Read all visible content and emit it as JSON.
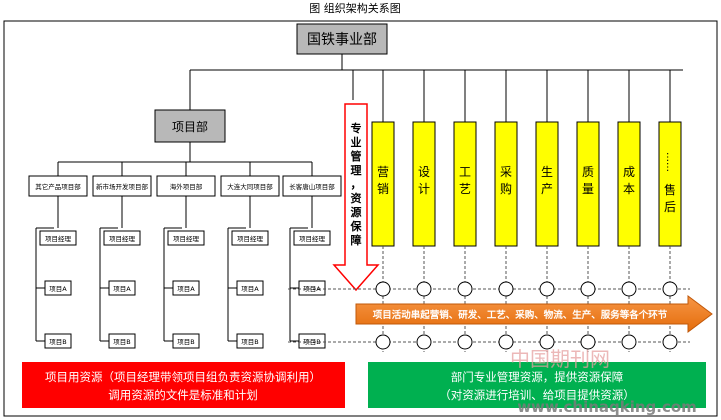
{
  "caption": "图 组织架构关系图",
  "top_node": "国铁事业部",
  "project_dept": "项目部",
  "projects": [
    "其它产品项目部",
    "新市场开发项目部",
    "海外项目部",
    "大连大同项目部",
    "长客唐山项目部"
  ],
  "manager_label": "项目经理",
  "project_a_label": "项目A",
  "project_b_label": "项目B",
  "down_arrow_text": "专业管理，资源保障",
  "functions": [
    "营销",
    "设计",
    "工艺",
    "采购",
    "生产",
    "质量",
    "成本",
    "……售后"
  ],
  "activity_arrow_text": "项目活动串起营销、研发、工艺、采购、物流、生产、服务等各个环节",
  "red_box": {
    "line1": "项目用资源（项目经理带领项目组负责资源协调利用）",
    "line2": "调用资源的文件是标准和计划"
  },
  "green_box": {
    "line1": "部门专业管理资源，提供资源保障",
    "line2": "（对资源进行培训、给项目提供资源）"
  },
  "watermark_cn": "中国期刊网",
  "watermark_url": "www.chinaqking.com",
  "colors": {
    "gray_box": "#b8b8b8",
    "yellow": "#ffff00",
    "red_box": "#ff0000",
    "green_box": "#00b050",
    "orange_arrow": "#e46c0a"
  }
}
